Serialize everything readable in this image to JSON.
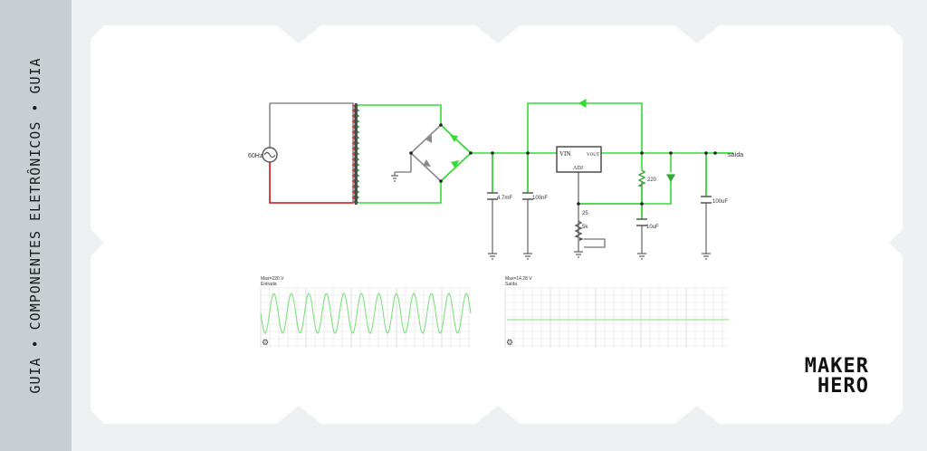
{
  "sidebar": {
    "text": "GUIA • COMPONENTES ELETRÔNICOS • GUIA"
  },
  "circuit": {
    "source_label": "60Hz",
    "cap1_label": "4.7mF",
    "cap2_label": "100nF",
    "regulator": {
      "vin": "VIN",
      "vout": "VOUT",
      "adj": "ADJ"
    },
    "r1_label": "220",
    "pot_label_top": "25",
    "pot_label_bottom": "5k",
    "cap3_label": "10uF",
    "cap4_label": "100uF",
    "output_label": "saída"
  },
  "scope1": {
    "line1": "Max=220 V",
    "line2": "Entrada"
  },
  "scope2": {
    "line1": "Max=14.28 V",
    "line2": "Saída"
  },
  "logo": {
    "line1": "MAKER",
    "line2": "HERO"
  },
  "colors": {
    "wire_active": "#33dd33",
    "wire_idle": "#8a8a8a",
    "wire_hot": "#dd2222",
    "accent": "#111111"
  }
}
